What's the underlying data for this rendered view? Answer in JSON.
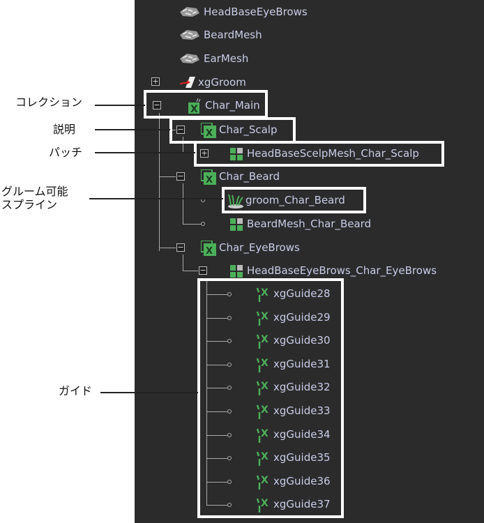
{
  "callouts": {
    "collection": "コレクション",
    "description": "説明",
    "patch": "パッチ",
    "groomable_line1": "グルーム可能",
    "groomable_line2": "スプライン",
    "guides": "ガイド"
  },
  "tree": {
    "meshes": [
      {
        "label": "HeadBaseEyeBrows",
        "icon": "polygon-mesh-icon"
      },
      {
        "label": "BeardMesh",
        "icon": "polygon-mesh-icon"
      },
      {
        "label": "EarMesh",
        "icon": "polygon-mesh-icon"
      }
    ],
    "xggroom": {
      "label": "xgGroom",
      "icon": "xggroom-icon",
      "expander": "+"
    },
    "collection": {
      "label": "Char_Main",
      "icon": "collection-icon",
      "expander": "−"
    },
    "descriptions": [
      {
        "label": "Char_Scalp",
        "expander": "−"
      },
      {
        "label": "Char_Beard",
        "expander": "−"
      },
      {
        "label": "Char_EyeBrows",
        "expander": "−"
      }
    ],
    "scalp_patch": {
      "label": "HeadBaseScelpMesh_Char_Scalp",
      "expander": "+"
    },
    "groomable_splines": {
      "label": "groom_Char_Beard"
    },
    "beard_patch": {
      "label": "BeardMesh_Char_Beard"
    },
    "eyebrows_patch": {
      "label": "HeadBaseEyeBrows_Char_EyeBrows",
      "expander": "−"
    },
    "guides": [
      "xgGuide28",
      "xgGuide29",
      "xgGuide30",
      "xgGuide31",
      "xgGuide32",
      "xgGuide33",
      "xgGuide34",
      "xgGuide35",
      "xgGuide36",
      "xgGuide37"
    ]
  },
  "colors": {
    "panel_bg": "#2b2b2b",
    "label_text": "#c9cde8",
    "xgen_green": "#4caf5a",
    "highlight_border": "#ffffff"
  }
}
